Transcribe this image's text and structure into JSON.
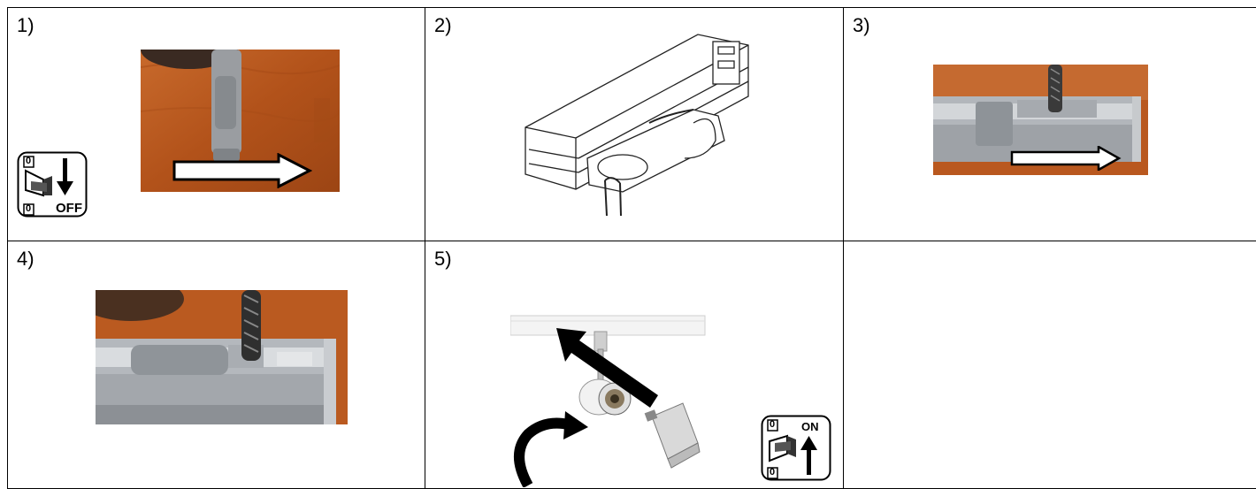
{
  "steps": [
    {
      "label": "1)",
      "icon": "switch-off-icon",
      "switch_text": "OFF"
    },
    {
      "label": "2)"
    },
    {
      "label": "3)"
    },
    {
      "label": "4)"
    },
    {
      "label": "5)",
      "icon": "switch-on-icon",
      "switch_text": "ON"
    },
    {
      "label": ""
    }
  ],
  "switch_marks": {
    "zero": "0"
  },
  "colors": {
    "wood": "#b8561e",
    "track": "#a9adb3",
    "cover": "#8f9499"
  }
}
